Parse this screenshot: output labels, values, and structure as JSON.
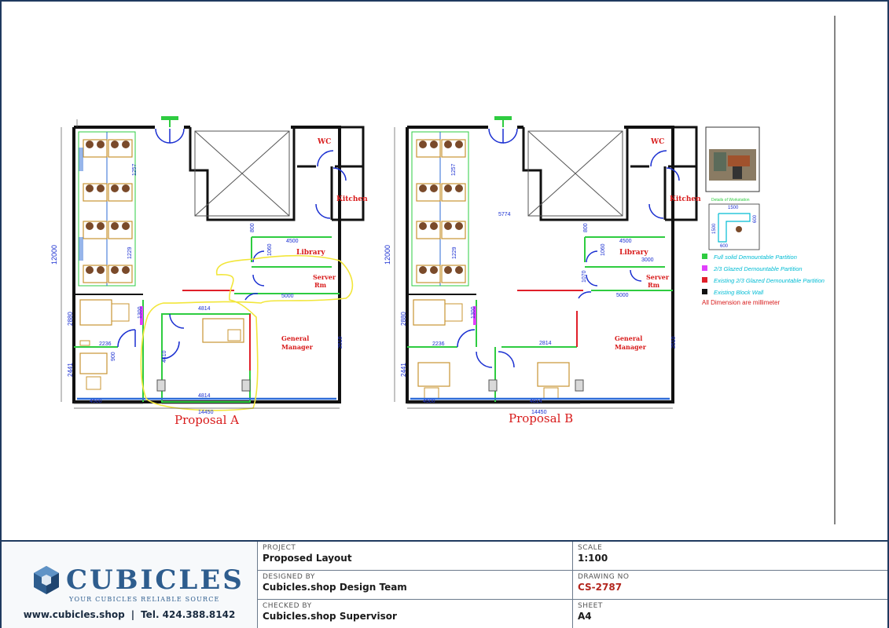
{
  "drawing": {
    "proposal_a_label": "Proposal A",
    "proposal_b_label": "Proposal B",
    "rooms": {
      "wc": "WC",
      "kitchen": "Kitchen",
      "library": "Library",
      "server_rm_line1": "Server",
      "server_rm_line2": "Rm",
      "general_manager_line1": "General",
      "general_manager_line2": "Manager"
    },
    "dimensions_a": {
      "overall_height": "12000",
      "left_upper": "1229",
      "left_mid": "1300",
      "left_lower1": "2880",
      "left_lower2": "2441",
      "top_col": "1257",
      "library_w": "4500",
      "library_h": "1060",
      "server_w": "5000",
      "corridor_w": "4814",
      "room_w": "4814",
      "room_h": "4410",
      "gm_h": "2510",
      "office_w": "2236",
      "office_h": "900",
      "bottom_left": "4500",
      "bottom_total": "14450",
      "vert_small": "800"
    },
    "dimensions_b": {
      "overall_height": "12000",
      "left_upper": "1229",
      "left_mid": "1300",
      "left_lower1": "2880",
      "left_lower2": "2441",
      "top_col": "1257",
      "corridor": "5774",
      "library_w": "4500",
      "library_h": "1060",
      "server_w": "3000",
      "server_h": "1070",
      "wall_w": "5000",
      "room_w": "2814",
      "gm_h": "2510",
      "office_w": "2236",
      "bottom_left": "4500",
      "bottom_mid": "4814",
      "bottom_total": "14450",
      "vert_small": "800"
    },
    "inset": {
      "caption": "Details of Workstation",
      "dim_top": "1500",
      "dim_left": "1500",
      "dim_right": "600",
      "dim_bottom": "600"
    },
    "legend": [
      {
        "label": "Full solid Demountable Partition",
        "color": "#2ecc40",
        "text_color": "#00bcd4"
      },
      {
        "label": "2/3 Glazed Demountable Partition",
        "color": "#e040fb",
        "text_color": "#00bcd4"
      },
      {
        "label": "Existing 2/3 Glazed Demountable Partition",
        "color": "#e0202a",
        "text_color": "#00bcd4"
      },
      {
        "label": "Existing Block Wall",
        "color": "#111111",
        "text_color": "#00bcd4"
      }
    ],
    "legend_note": "All Dimension are millimeter",
    "colors": {
      "wall": "#111111",
      "glass": "#2e6bd6",
      "solid_partition": "#2ecc40",
      "glazed_partition": "#e040fb",
      "existing_partition": "#e0202a",
      "door": "#1a2fd1",
      "furniture": "#c89432",
      "chair": "#6b3a1f",
      "dim_text": "#1a2fd1",
      "room_text": "#d81b1b",
      "highlight": "#f2e63a"
    }
  },
  "title_block": {
    "brand": "CUBICLES",
    "tagline": "YOUR CUBICLES RELIABLE SOURCE",
    "website": "www.cubicles.shop",
    "separator": "|",
    "phone": "Tel. 424.388.8142",
    "project_label": "PROJECT",
    "project_value": "Proposed Layout",
    "designed_label": "DESIGNED BY",
    "designed_value": "Cubicles.shop Design Team",
    "checked_label": "CHECKED BY",
    "checked_value": "Cubicles.shop Supervisor",
    "scale_label": "SCALE",
    "scale_value": "1:100",
    "drawing_no_label": "DRAWING NO",
    "drawing_no_value": "CS-2787",
    "sheet_label": "SHEET",
    "sheet_value": "A4"
  }
}
